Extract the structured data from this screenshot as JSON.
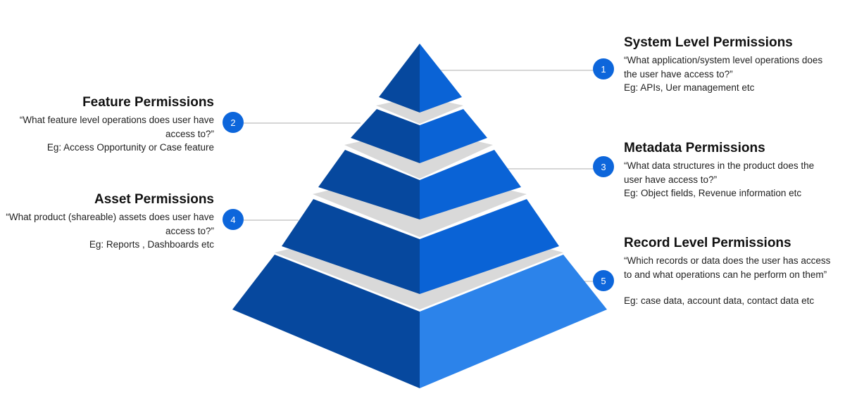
{
  "colors": {
    "dark_face": "#06489e",
    "right_face": "#0a63d6",
    "light_face": "#2c83ea",
    "band": "#d9d9d9",
    "badge": "#0d66db",
    "connector": "#bdbdbd"
  },
  "levels": [
    {
      "number": "1",
      "title": "System Level Permissions",
      "description": "“What application/system level operations does the user have access to?”",
      "example": "Eg: APIs, Uer management etc"
    },
    {
      "number": "2",
      "title": "Feature Permissions",
      "description": "“What feature level operations does user have access to?”",
      "example": "Eg: Access Opportunity or Case feature"
    },
    {
      "number": "3",
      "title": "Metadata Permissions",
      "description": "“What data structures in the product does the user have access to?”",
      "example": "Eg: Object  fields, Revenue information etc"
    },
    {
      "number": "4",
      "title": "Asset Permissions",
      "description": "“What product (shareable) assets does user have access to?”",
      "example": "Eg: Reports , Dashboards etc"
    },
    {
      "number": "5",
      "title": "Record Level Permissions",
      "description": "“Which records or data does the user has access to and what operations can he perform on them”",
      "example": "Eg: case data, account data, contact data etc"
    }
  ]
}
